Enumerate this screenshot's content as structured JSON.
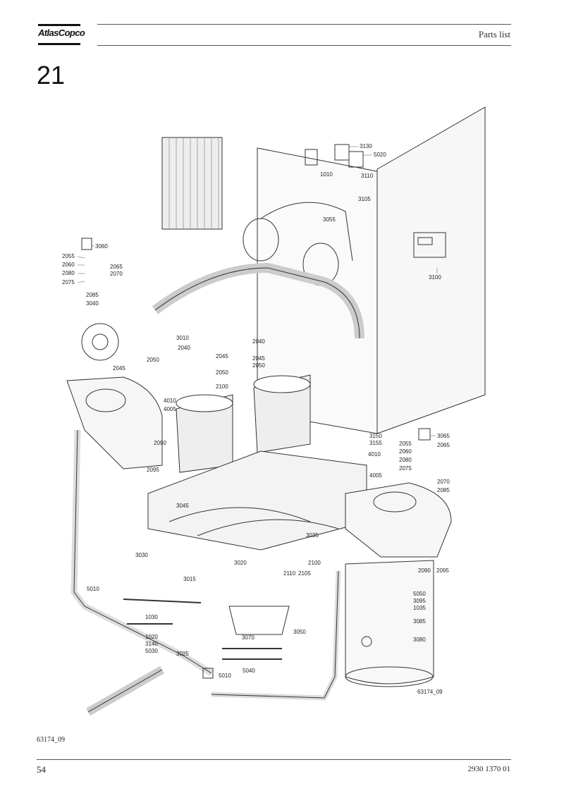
{
  "header": {
    "brand": "AtlasCopco",
    "title": "Parts list"
  },
  "section": {
    "number": "21"
  },
  "drawing": {
    "title_code": "63174_09",
    "labels": [
      "3130",
      "5020",
      "1010",
      "3110",
      "3105",
      "3055",
      "3060",
      "2055",
      "2060",
      "2065",
      "2080",
      "2070",
      "2075",
      "2085",
      "3040",
      "3100",
      "3010",
      "2040",
      "2045",
      "2050",
      "2045",
      "2050",
      "2100",
      "2040",
      "2045",
      "2050",
      "4010",
      "4005",
      "2090",
      "2095",
      "3065",
      "3150",
      "3155",
      "2055",
      "2065",
      "4010",
      "2060",
      "2080",
      "2075",
      "2070",
      "4005",
      "2085",
      "3045",
      "3035",
      "3030",
      "3020",
      "2100",
      "2110",
      "2105",
      "2090",
      "2095",
      "3015",
      "5010",
      "5050",
      "3095",
      "1035",
      "3085",
      "3080",
      "1030",
      "3070",
      "3050",
      "1020",
      "3140",
      "5030",
      "3025",
      "5040",
      "5010",
      "63174_09"
    ]
  },
  "footer": {
    "ref_code": "63174_09",
    "page_number": "54",
    "doc_number": "2930 1370 01"
  }
}
